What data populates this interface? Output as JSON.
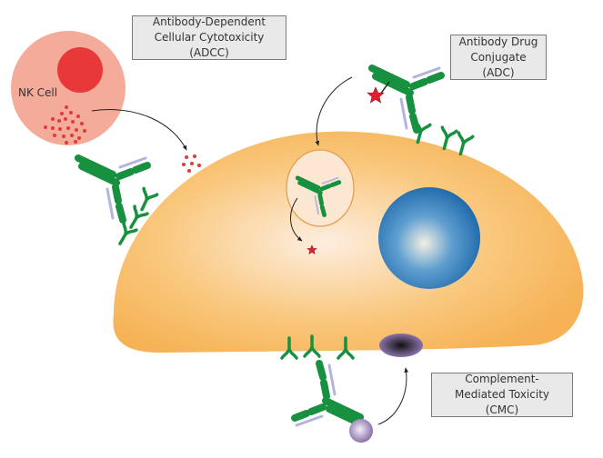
{
  "labels": {
    "nk_cell": "NK Cell",
    "adcc": "Antibody-Dependent Cellular Cytotoxicity (ADCC)",
    "adc": "Antibody Drug Conjugate (ADC)",
    "cmc": "Complement-Mediated Toxicity (CMC)"
  },
  "colors": {
    "cell": "#f7b85a",
    "nk_cell": "#f5ab9a",
    "nk_nucleus": "#e8383a",
    "nucleus": "#1f6fb2",
    "antibody": "#17903f",
    "light_chain": "#b4b4db",
    "drug": "#e02030",
    "complement": "#8a72aa"
  }
}
